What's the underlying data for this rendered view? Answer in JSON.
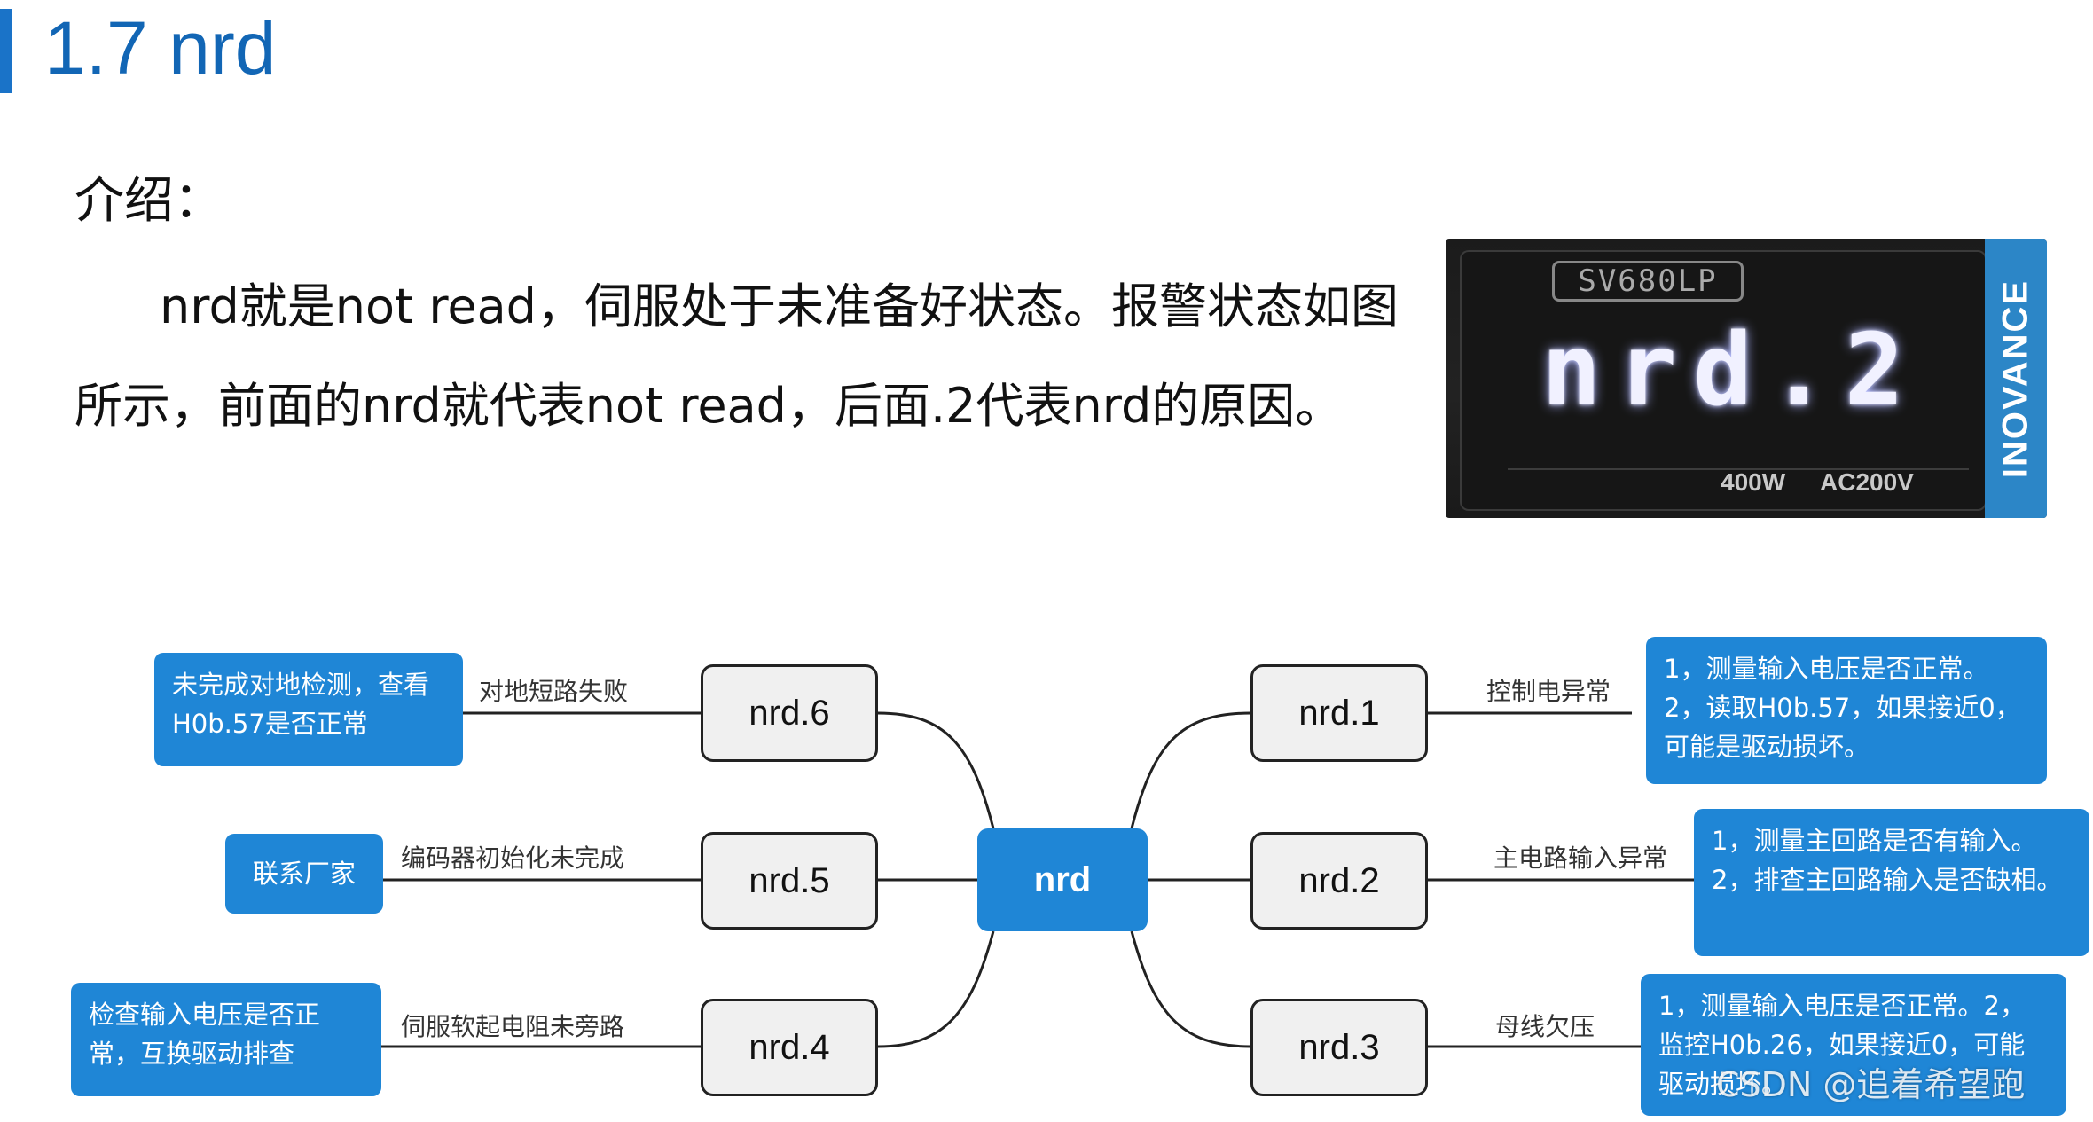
{
  "title": "1.7 nrd",
  "intro": {
    "heading": "介绍：",
    "body": "nrd就是not read，伺服处于未准备好状态。报警状态如图所示，前面的nrd就代表not read，后面.2代表nrd的原因。"
  },
  "device": {
    "model": "SV680LP",
    "display": "nrd.2",
    "power": "400W",
    "voltage": "AC200V",
    "brand": "INOVANCE"
  },
  "mindmap": {
    "center": "nrd",
    "nodes": {
      "n1": {
        "label": "nrd.1",
        "edge": "控制电异常",
        "callout": "1，测量输入电压是否正常。2，读取H0b.57，如果接近0，可能是驱动损坏。"
      },
      "n2": {
        "label": "nrd.2",
        "edge": "主电路输入异常",
        "callout": "1，测量主回路是否有输入。2，排查主回路输入是否缺相。"
      },
      "n3": {
        "label": "nrd.3",
        "edge": "母线欠压",
        "callout": "1，测量输入电压是否正常。2，监控H0b.26，如果接近0，可能驱动损坏。"
      },
      "n4": {
        "label": "nrd.4",
        "edge": "伺服软起电阻未旁路",
        "callout": "检查输入电压是否正常，互换驱动排查"
      },
      "n5": {
        "label": "nrd.5",
        "edge": "编码器初始化未完成",
        "callout": "联系厂家"
      },
      "n6": {
        "label": "nrd.6",
        "edge": "对地短路失败",
        "callout": "未完成对地检测，查看H0b.57是否正常"
      }
    }
  },
  "watermark": "CSDN @追着希望跑"
}
